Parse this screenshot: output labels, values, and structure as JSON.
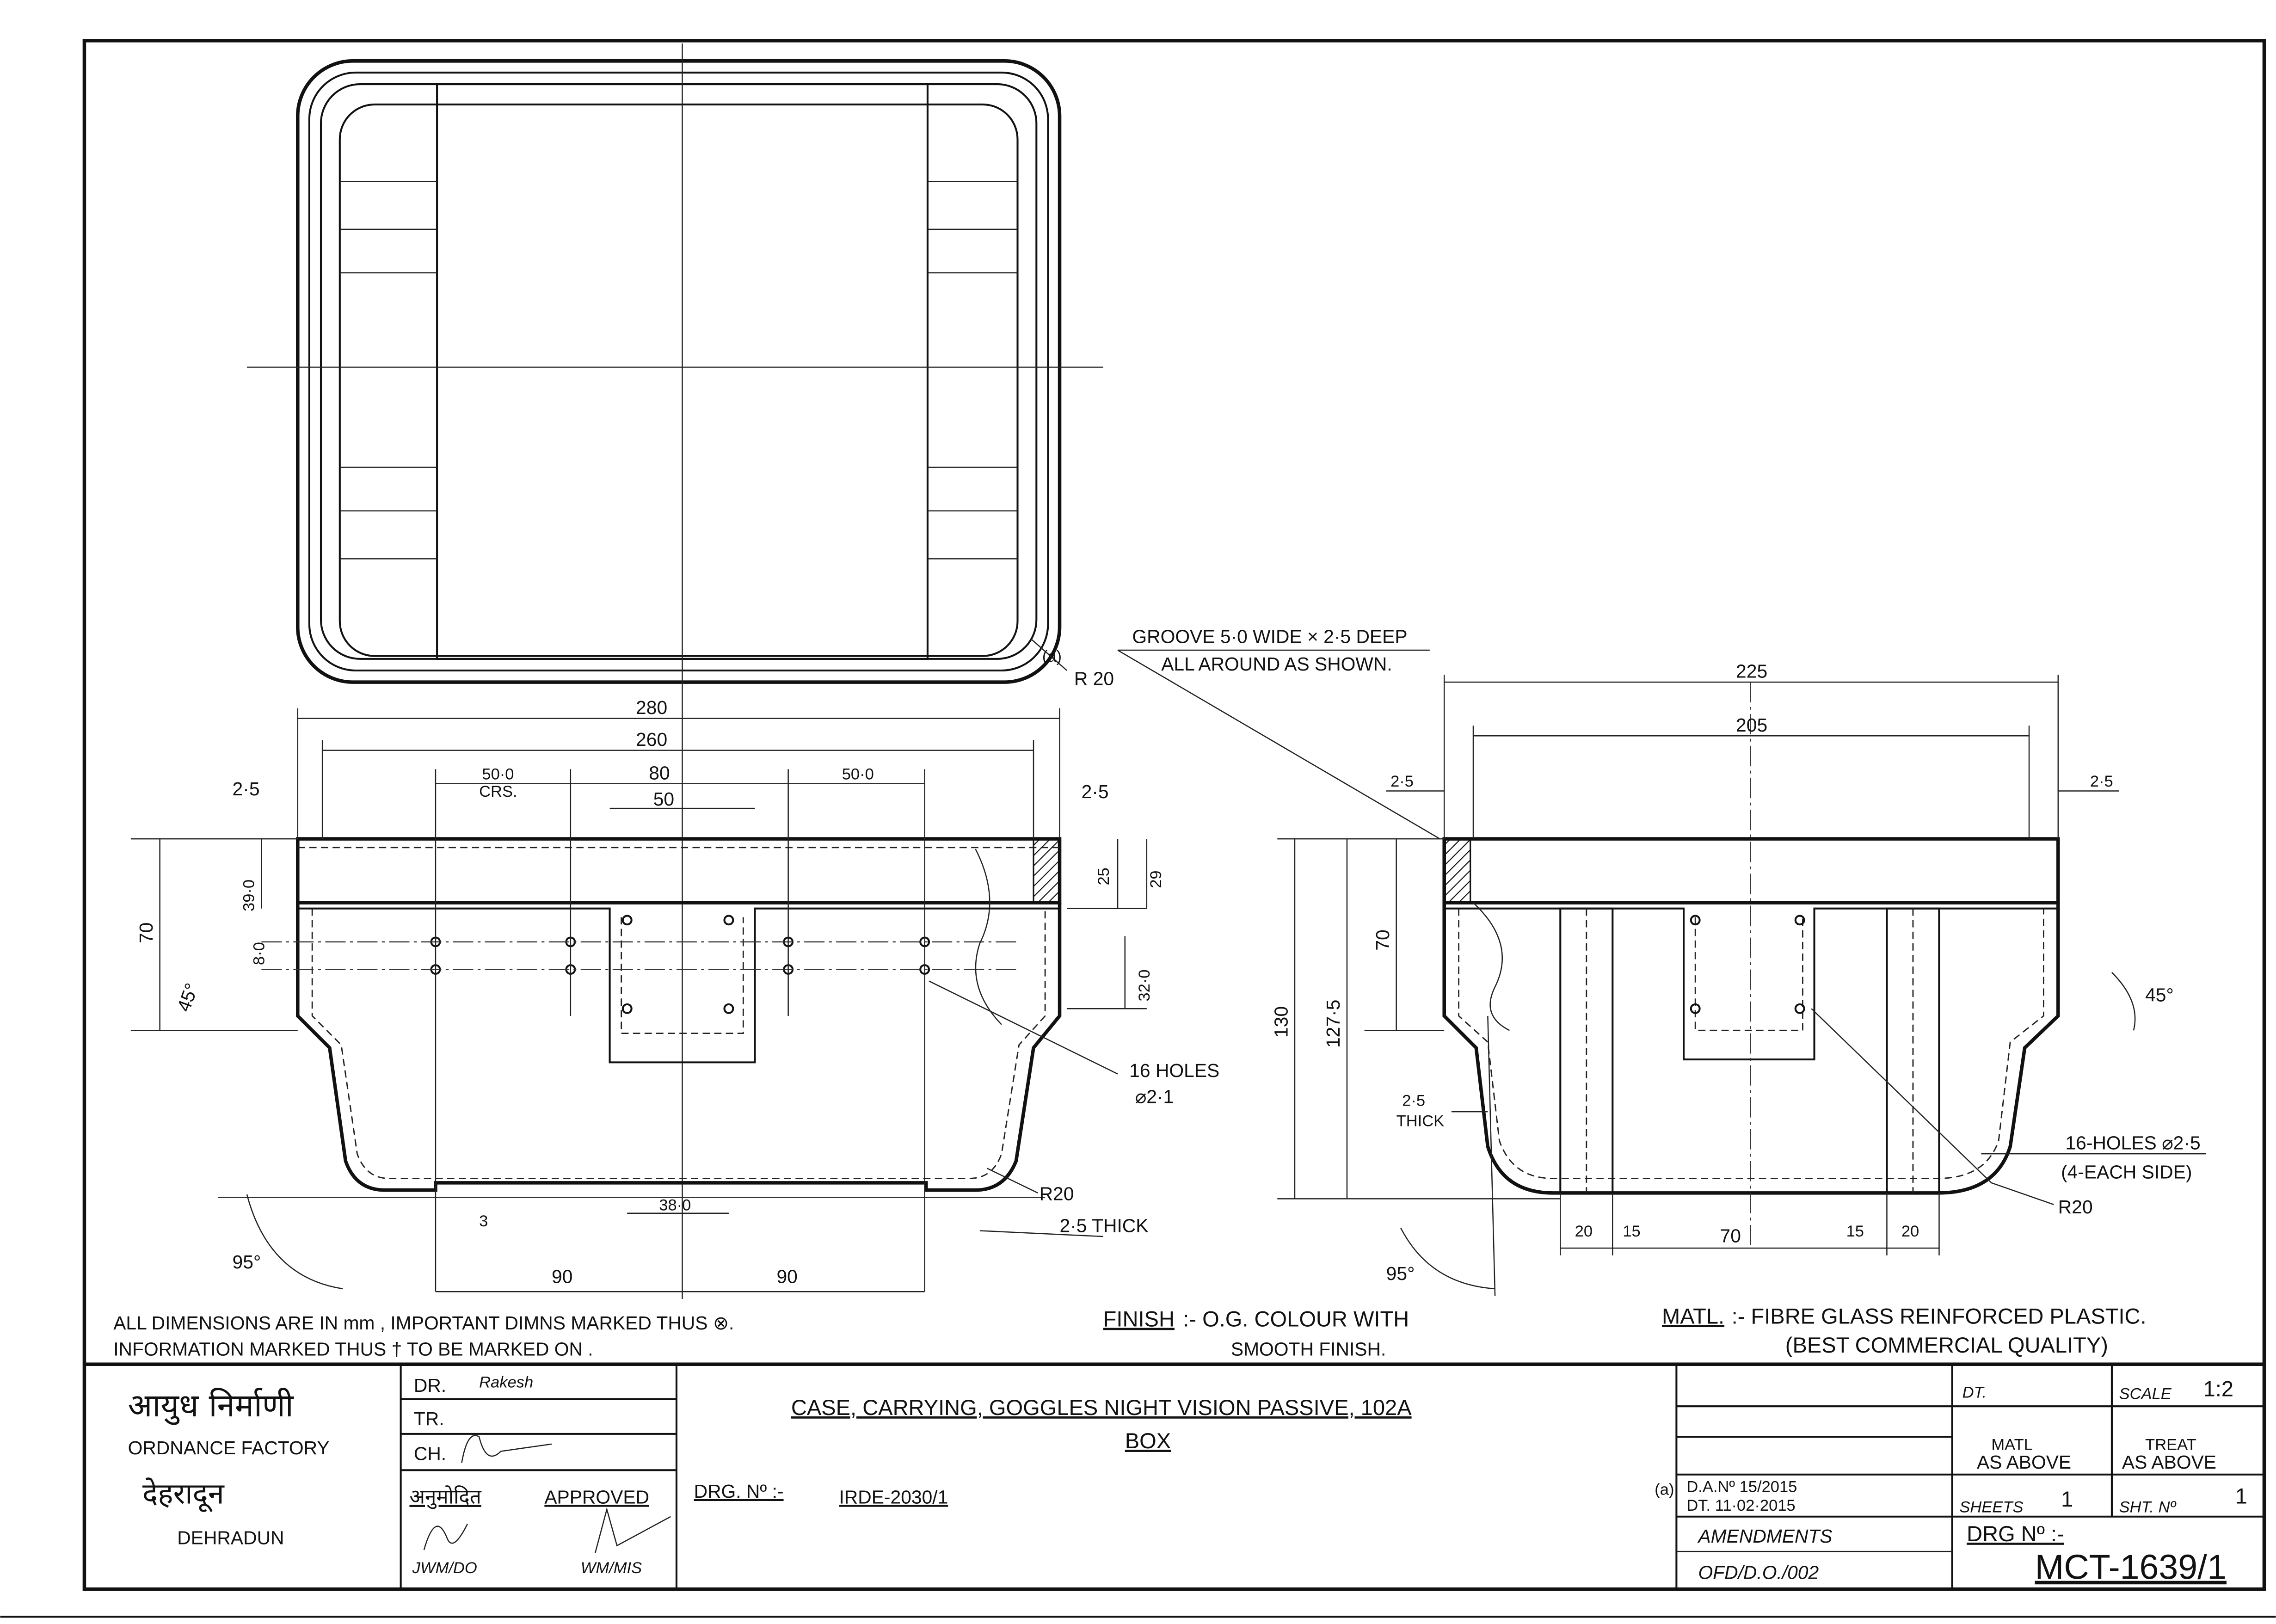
{
  "notes": {
    "line1": "ALL DIMENSIONS ARE IN mm , IMPORTANT DIMNS MARKED THUS ⊗.",
    "line2": "INFORMATION MARKED THUS † TO BE MARKED ON .",
    "finish_label": "FINISH",
    "finish_line1": ":- O.G. COLOUR WITH",
    "finish_line2": "SMOOTH FINISH.",
    "matl_label": "MATL.",
    "matl_line1": ":- FIBRE GLASS REINFORCED PLASTIC.",
    "matl_line2": "(BEST COMMERCIAL QUALITY)"
  },
  "callouts": {
    "groove1": "GROOVE 5·0 WIDE × 2·5 DEEP",
    "groove2": "ALL AROUND AS SHOWN.",
    "amend_mark": "(a)",
    "r20_top": "R 20",
    "holes_left1": "16 HOLES",
    "holes_left2": "⌀2·1",
    "r20_left": "R20",
    "thick_left": "2·5 THICK",
    "holes_right1": "16-HOLES ⌀2·5",
    "holes_right2": "(4-EACH SIDE)",
    "r20_right": "R20",
    "thick_right1": "2·5",
    "thick_right2": "THICK"
  },
  "dims_front": {
    "d280": "280",
    "d260": "260",
    "d80": "80",
    "d50": "50",
    "d50crs_a": "50·0",
    "d50crs_b": "50·0",
    "crs": "CRS.",
    "d2_5a": "2·5",
    "d2_5b": "2·5",
    "d70": "70",
    "d39": "39·0",
    "d8": "8·0",
    "a45": "45°",
    "d25": "25",
    "d29": "29",
    "d32": "32·0",
    "d3": "3",
    "d38": "38·0",
    "d90a": "90",
    "d90b": "90",
    "a95": "95°"
  },
  "dims_side": {
    "d225": "225",
    "d205": "205",
    "d2_5a": "2·5",
    "d2_5b": "2·5",
    "d130": "130",
    "d127": "127·5",
    "d70": "70",
    "a45": "45°",
    "b20a": "20",
    "b15a": "15",
    "b70": "70",
    "b15b": "15",
    "b20b": "20",
    "a95": "95°"
  },
  "title_block": {
    "factory_hindi": "आयुध निर्माणी",
    "factory": "ORDNANCE FACTORY",
    "city_hindi": "देहरादून",
    "city": "DEHRADUN",
    "dr": "DR.",
    "dr_sign": "Rakesh",
    "tr": "TR.",
    "ch": "CH.",
    "approved_hindi": "अनुमोदित",
    "approved": "APPROVED",
    "jwm": "JWM/DO",
    "wm": "WM/MIS",
    "title": "CASE, CARRYING, GOGGLES NIGHT VISION PASSIVE, 102A",
    "subtitle": "BOX",
    "drg_ref_label": "DRG. Nº :-",
    "drg_ref": "IRDE-2030/1",
    "amend_mark": "(a)",
    "da_no": "D.A.Nº 15/2015",
    "da_date": "DT. 11·02·2015",
    "amendments": "AMENDMENTS",
    "amend_ref": "OFD/D.O./002",
    "dt_label": "DT.",
    "scale_label": "SCALE",
    "scale": "1:2",
    "matl_label": "MATL",
    "matl": "AS ABOVE",
    "treat_label": "TREAT",
    "treat": "AS ABOVE",
    "sheets_label": "SHEETS",
    "sheets": "1",
    "sht_label": "SHT. Nº",
    "sht": "1",
    "drg_no_label": "DRG Nº :-",
    "drg_no": "MCT-1639/1"
  }
}
